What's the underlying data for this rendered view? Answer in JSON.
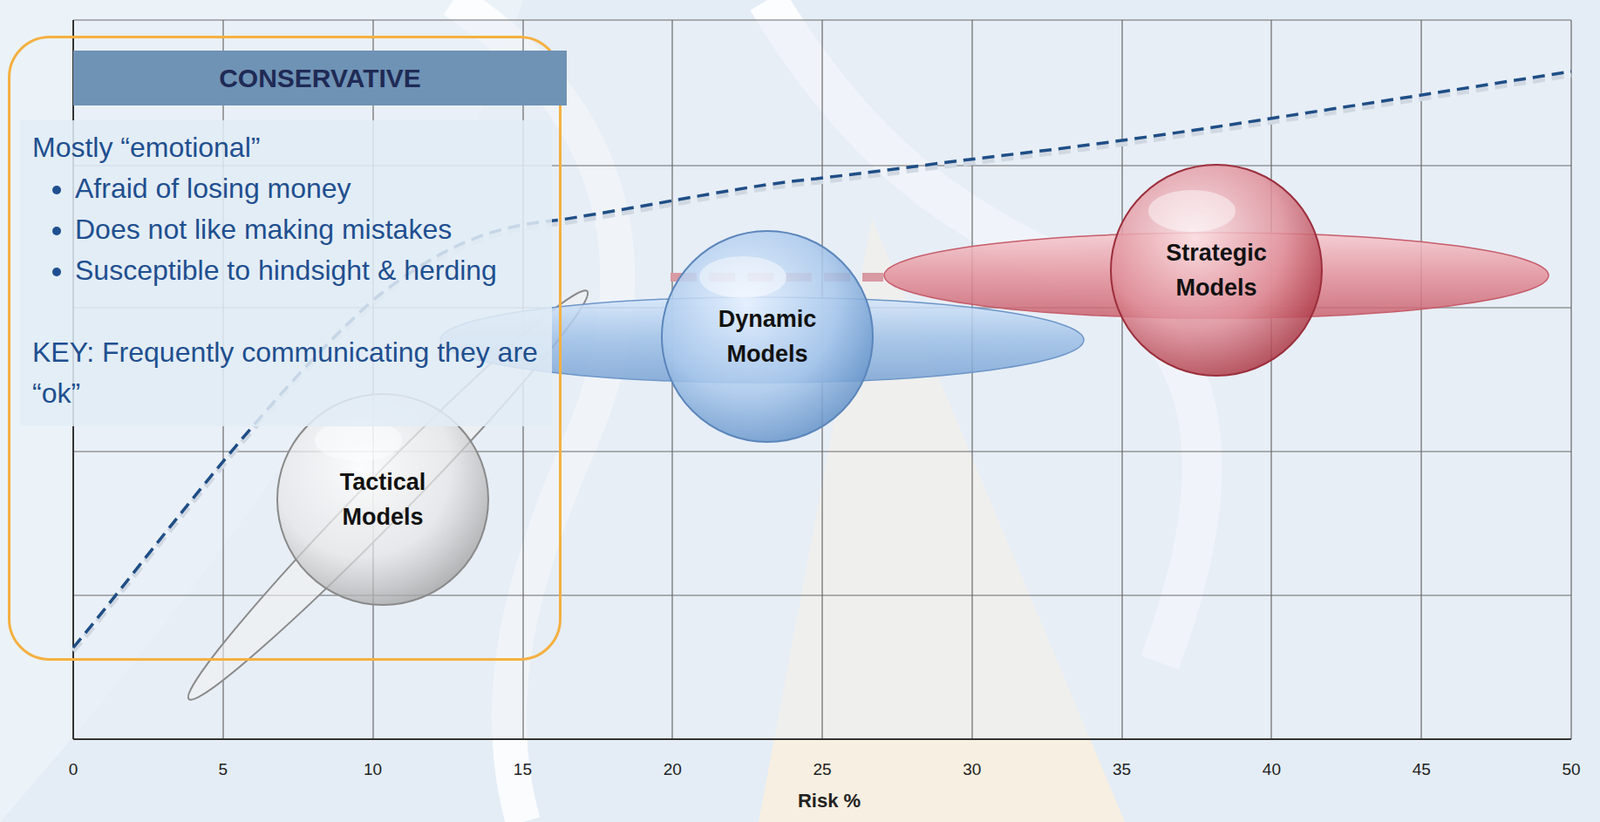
{
  "diagram": {
    "nodes": [
      {
        "text": [
          "CONSERVATIVE",
          "Mostly “emotional”",
          "Afraid of losing money",
          "Does not like making mistakes",
          "Susceptible to hindsight & herding",
          "KEY: Frequently communicating they are “ok”"
        ]
      },
      {
        "text": [
          "Tactical Models"
        ]
      },
      {
        "text": [
          "Dynamic Models"
        ]
      },
      {
        "text": [
          "Strategic Models"
        ]
      }
    ],
    "labels": [
      "0",
      "5",
      "10",
      "15",
      "20",
      "25",
      "30",
      "35",
      "40",
      "45",
      "50",
      "Risk %"
    ]
  }
}
